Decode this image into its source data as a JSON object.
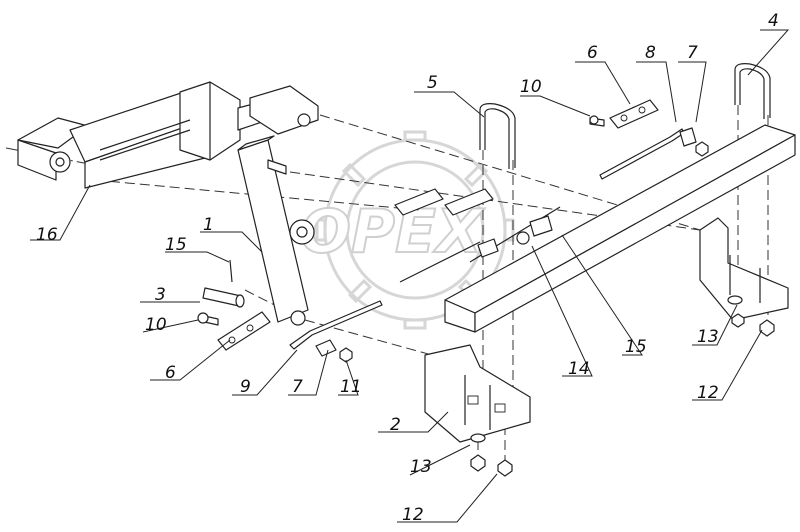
{
  "figure": {
    "watermark_text": "ОРЕХ",
    "callouts": [
      {
        "id": "c16",
        "text": "16"
      },
      {
        "id": "c1",
        "text": "1"
      },
      {
        "id": "c15a",
        "text": "15"
      },
      {
        "id": "c3",
        "text": "3"
      },
      {
        "id": "c10a",
        "text": "10"
      },
      {
        "id": "c6a",
        "text": "6"
      },
      {
        "id": "c9",
        "text": "9"
      },
      {
        "id": "c7a",
        "text": "7"
      },
      {
        "id": "c11",
        "text": "11"
      },
      {
        "id": "c2",
        "text": "2"
      },
      {
        "id": "c13a",
        "text": "13"
      },
      {
        "id": "c12a",
        "text": "12"
      },
      {
        "id": "c5",
        "text": "5"
      },
      {
        "id": "c10b",
        "text": "10"
      },
      {
        "id": "c6b",
        "text": "6"
      },
      {
        "id": "c8",
        "text": "8"
      },
      {
        "id": "c7b",
        "text": "7"
      },
      {
        "id": "c4",
        "text": "4"
      },
      {
        "id": "c14",
        "text": "14"
      },
      {
        "id": "c15b",
        "text": "15"
      },
      {
        "id": "c13b",
        "text": "13"
      },
      {
        "id": "c12b",
        "text": "12"
      }
    ]
  }
}
